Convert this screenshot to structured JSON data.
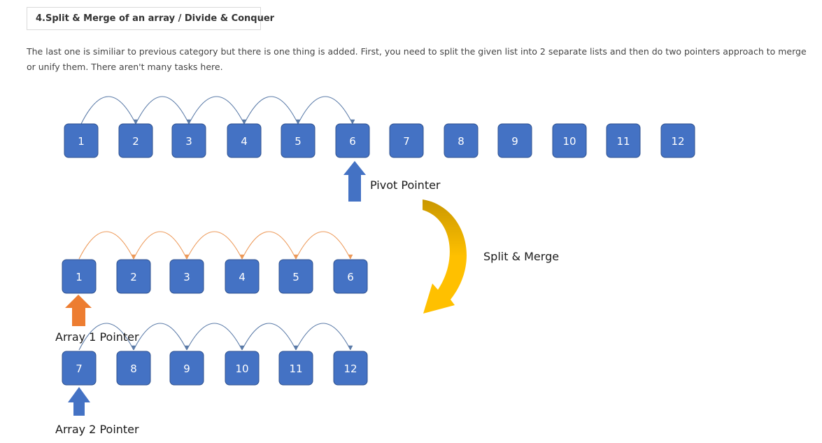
{
  "heading": {
    "title": "4.Split & Merge of an array / Divide & Conquer"
  },
  "intro": {
    "text": "The last one is similiar to previous category but there is one thing is added. First, you need to split the given list into 2 separate lists and then do two pointers approach to merge or unify them. There aren't many tasks here."
  },
  "diagram": {
    "colors": {
      "box": "#4472c4",
      "box_border": "#2f528f",
      "box_text": "#ffffff",
      "top_arc": "#5b7ba8",
      "orange_arc": "#ed9a5a",
      "blue_pointer": "#4472c4",
      "orange_pointer": "#ed7d31",
      "split_arrow": "#ffc000",
      "split_arrow_dark": "#c99700"
    },
    "full_array": [
      "1",
      "2",
      "3",
      "4",
      "5",
      "6",
      "7",
      "8",
      "9",
      "10",
      "11",
      "12"
    ],
    "array_1": [
      "1",
      "2",
      "3",
      "4",
      "5",
      "6"
    ],
    "array_2": [
      "7",
      "8",
      "9",
      "10",
      "11",
      "12"
    ],
    "pivot_label": "Pivot Pointer",
    "split_label": "Split & Merge",
    "array1_pointer_label": "Array 1 Pointer",
    "array2_pointer_label": "Array 2 Pointer"
  }
}
